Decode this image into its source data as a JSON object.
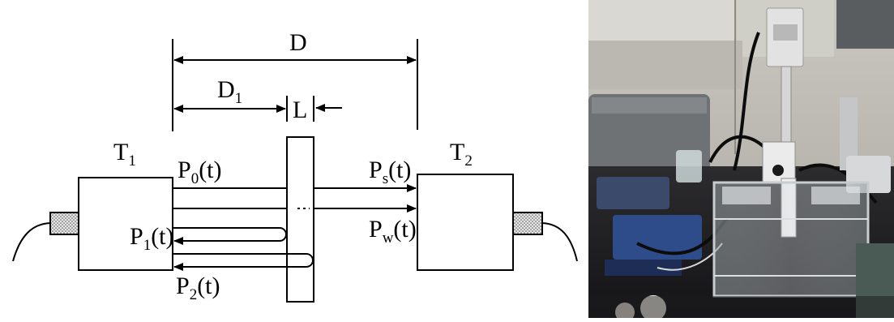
{
  "diagram": {
    "dimensions": {
      "total_distance": "D",
      "sample_distance": "D",
      "sample_distance_sub": "1",
      "sample_thickness": "L"
    },
    "transducers": {
      "transmitter": {
        "name": "T",
        "sub": "1"
      },
      "receiver": {
        "name": "T",
        "sub": "2"
      }
    },
    "signals": {
      "p0": {
        "name": "P",
        "sub": "0",
        "arg": "(t)"
      },
      "ps": {
        "name": "P",
        "sub": "s",
        "arg": "(t)"
      },
      "pw": {
        "name": "P",
        "sub": "w",
        "arg": "(t)"
      },
      "p1": {
        "name": "P",
        "sub": "1",
        "arg": "(t)"
      },
      "p2": {
        "name": "P",
        "sub": "2",
        "arg": "(t)"
      }
    }
  },
  "photo": {
    "subject": "Experimental water-tank setup with vertical positioning stage, transducers and cabling"
  },
  "colors": {
    "line": "#000000",
    "connector_fill": "#d8d8d8",
    "box_fill": "#ffffff"
  }
}
